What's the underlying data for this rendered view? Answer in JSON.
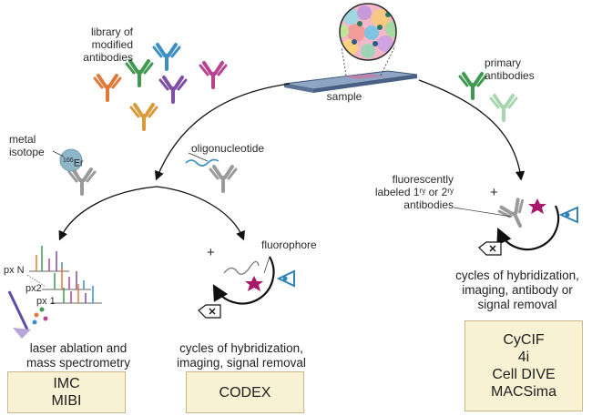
{
  "labels": {
    "library": "library of\nmodified\nantibodies",
    "sample": "sample",
    "primary": "primary\nantibodies",
    "metal_isotope": "metal\nisotope",
    "isotope_symbol": "Er",
    "isotope_mass": "166",
    "oligonucleotide": "oligonucleotide",
    "fluorescently_labeled": "fluorescently\nlabeled 1ʳʸ or 2ʳʸ\nantibodies",
    "fluorophore": "fluorophore",
    "px_n": "px N",
    "px_2": "px2",
    "px_1": "px 1",
    "plus_left": "+",
    "plus_right": "+"
  },
  "captions": {
    "left": "laser ablation and\nmass spectrometry",
    "middle": "cycles of hybridization,\nimaging, signal removal",
    "right": "cycles of hybridization,\nimaging, antibody or\nsignal removal"
  },
  "boxes": {
    "left": [
      "IMC",
      "MIBI"
    ],
    "middle": [
      "CODEX"
    ],
    "right": [
      "CyCIF",
      "4i",
      "Cell DIVE",
      "MACSima"
    ]
  },
  "colors": {
    "box_fill": "#f8f1d3",
    "antibody_green": "#3f9a4f",
    "antibody_blue": "#3b8fc4",
    "antibody_magenta": "#b8438f",
    "antibody_orange": "#e07a3a",
    "antibody_purple": "#7f4fa5",
    "antibody_gold": "#d89a3a",
    "antibody_gray": "#9a9a9a",
    "fluorophore_magenta": "#a8196a",
    "eye_blue": "#2f84b6",
    "slide_blue": "#6d87a8"
  }
}
